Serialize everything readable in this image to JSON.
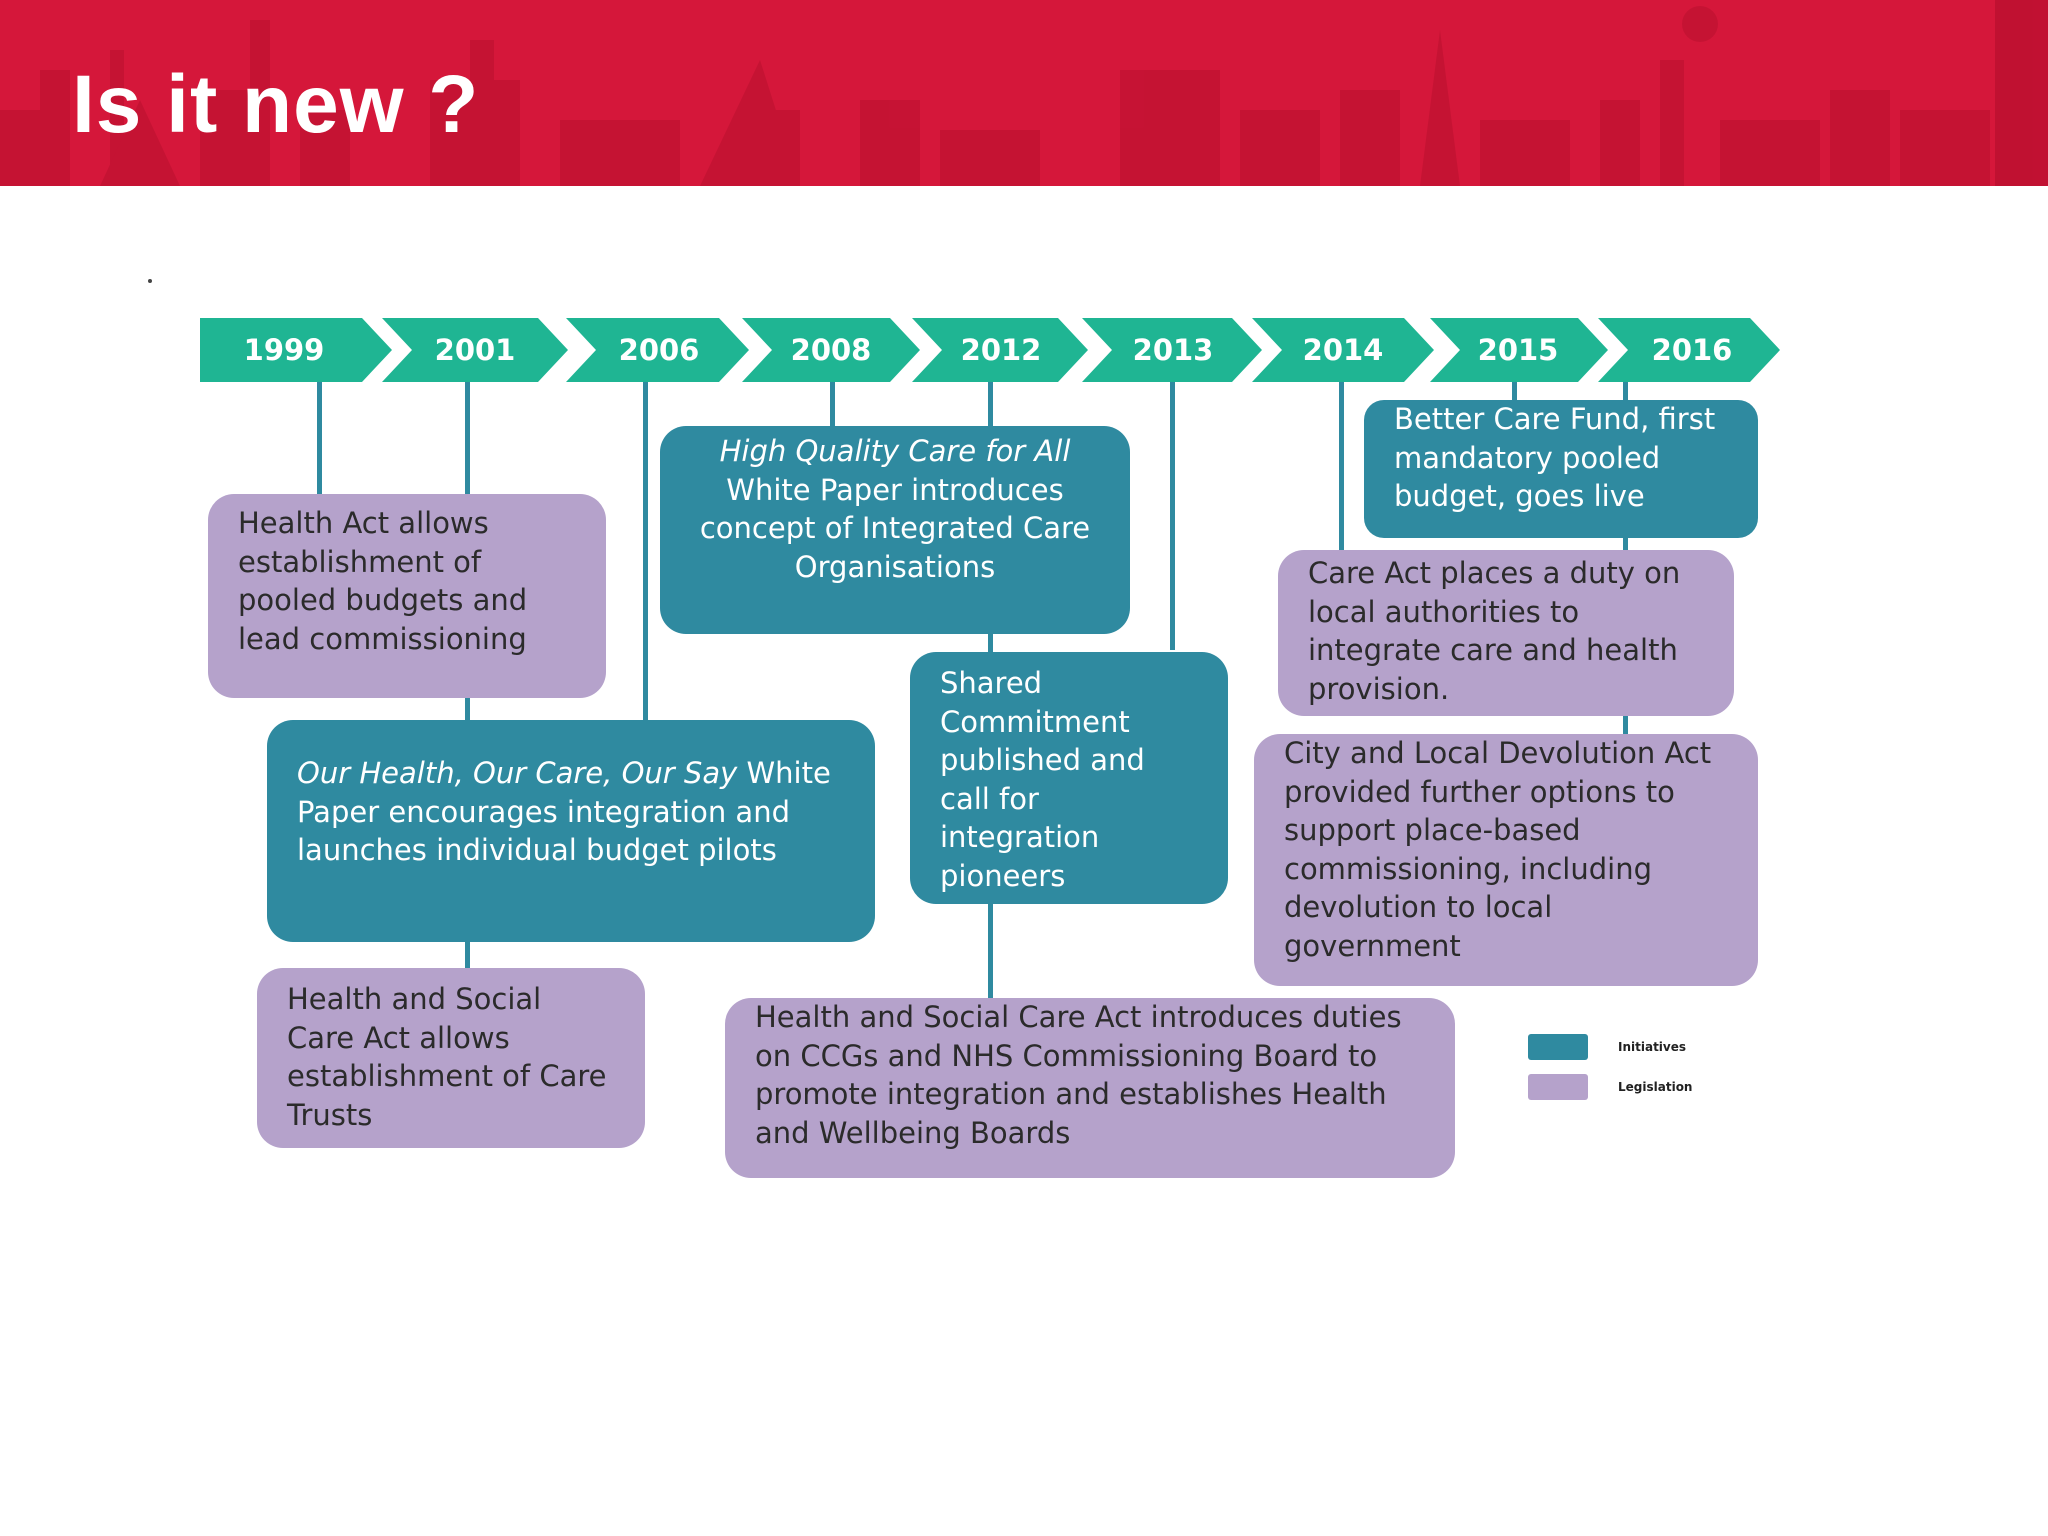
{
  "slide": {
    "title": "Is it new ?"
  },
  "timeline": {
    "years": [
      "1999",
      "2001",
      "2006",
      "2008",
      "2012",
      "2013",
      "2014",
      "2015",
      "2016"
    ],
    "events": [
      {
        "id": "health-act-1999",
        "type": "Legislation",
        "text": "Health Act allows establishment of pooled budgets and lead commissioning"
      },
      {
        "id": "our-health-2006",
        "type": "Initiatives",
        "italic": "Our Health, Our Care, Our Say",
        "text": " White Paper encourages integration and launches individual budget pilots"
      },
      {
        "id": "hsc-act-2001",
        "type": "Legislation",
        "text": "Health and Social Care Act allows establishment of Care Trusts"
      },
      {
        "id": "high-quality-2008",
        "type": "Initiatives",
        "italic": "High Quality Care for All",
        "text": " White Paper introduces concept of Integrated Care Organisations"
      },
      {
        "id": "shared-commitment-2013",
        "type": "Initiatives",
        "text": "Shared Commitment published and call for integration pioneers"
      },
      {
        "id": "hsc-act-2012",
        "type": "Legislation",
        "text": "Health and Social Care Act introduces duties on CCGs and NHS Commissioning Board to promote integration and establishes Health and Wellbeing Boards"
      },
      {
        "id": "better-care-fund-2015",
        "type": "Initiatives",
        "text": "Better  Care Fund, first mandatory pooled budget, goes live"
      },
      {
        "id": "care-act-2014",
        "type": "Legislation",
        "text": "Care Act places a duty on local authorities to integrate care and health provision."
      },
      {
        "id": "devolution-act-2016",
        "type": "Legislation",
        "text": "City and Local Devolution Act provided further options to support place-based commissioning, including devolution to local government"
      }
    ]
  },
  "legend": {
    "items": [
      {
        "label": "Initiatives",
        "color": "#2f8aa0"
      },
      {
        "label": "Legislation",
        "color": "#b5a2cb"
      }
    ]
  },
  "colors": {
    "header": "#d5173a",
    "chevron": "#1fb593",
    "initiative": "#2f8aa0",
    "legislation": "#b5a2cb"
  }
}
